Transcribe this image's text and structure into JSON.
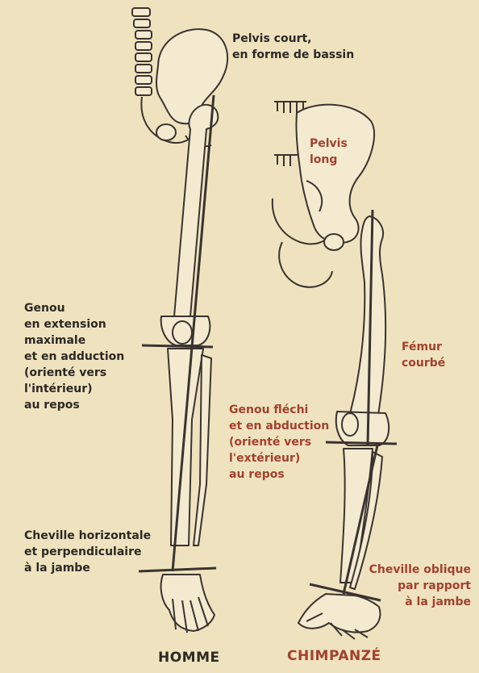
{
  "colors": {
    "paper": "#efe3bf",
    "ink": "#2c2824",
    "human_label": "#2c2824",
    "chimp_label": "#a3402e",
    "axis_line": "#3a3330"
  },
  "human": {
    "title": "HOMME",
    "pelvis_lines": [
      "Pelvis court,",
      "en forme de bassin"
    ],
    "knee_lines": [
      "Genou",
      "en extension",
      "maximale",
      "et en adduction",
      "(orienté vers",
      "l'intérieur)",
      "au repos"
    ],
    "ankle_lines": [
      "Cheville horizontale",
      "et perpendiculaire",
      "à la jambe"
    ]
  },
  "chimp": {
    "title": "CHIMPANZÉ",
    "pelvis_lines": [
      "Pelvis",
      "long"
    ],
    "femur_lines": [
      "Fémur",
      "courbé"
    ],
    "knee_lines": [
      "Genou fléchi",
      "et en abduction",
      "(orienté vers",
      "l'extérieur)",
      "au repos"
    ],
    "ankle_lines": [
      "Cheville oblique",
      "par rapport",
      "à la jambe"
    ]
  }
}
